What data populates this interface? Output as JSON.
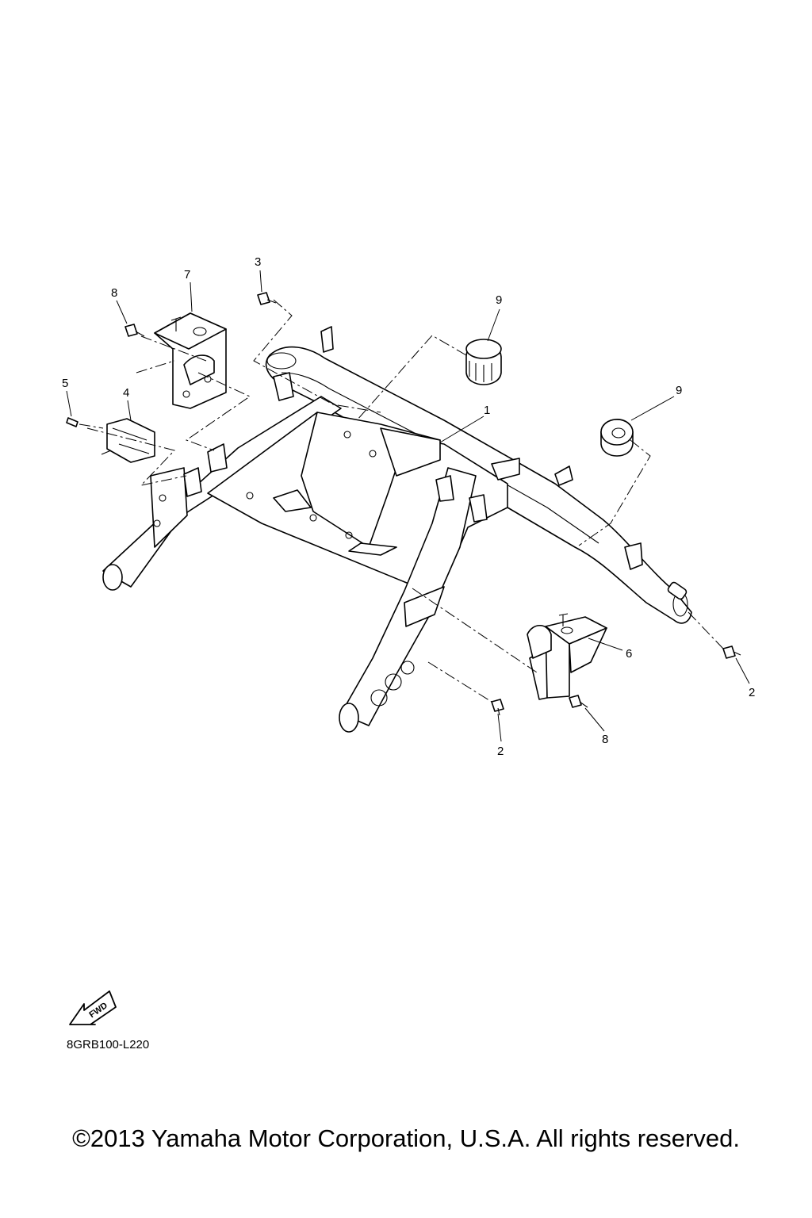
{
  "callouts": [
    {
      "id": "c1",
      "label": "1"
    },
    {
      "id": "c2a",
      "label": "2"
    },
    {
      "id": "c2b",
      "label": "2"
    },
    {
      "id": "c3",
      "label": "3"
    },
    {
      "id": "c4",
      "label": "4"
    },
    {
      "id": "c5",
      "label": "5"
    },
    {
      "id": "c6",
      "label": "6"
    },
    {
      "id": "c7",
      "label": "7"
    },
    {
      "id": "c8a",
      "label": "8"
    },
    {
      "id": "c8b",
      "label": "8"
    },
    {
      "id": "c9a",
      "label": "9"
    },
    {
      "id": "c9b",
      "label": "9"
    }
  ],
  "fwd_badge": {
    "text": "FWD",
    "icon": "fwd-arrow-icon"
  },
  "diagram_code": "8GRB100-L220",
  "copyright": "©2013 Yamaha Motor Corporation, U.S.A. All rights reserved."
}
